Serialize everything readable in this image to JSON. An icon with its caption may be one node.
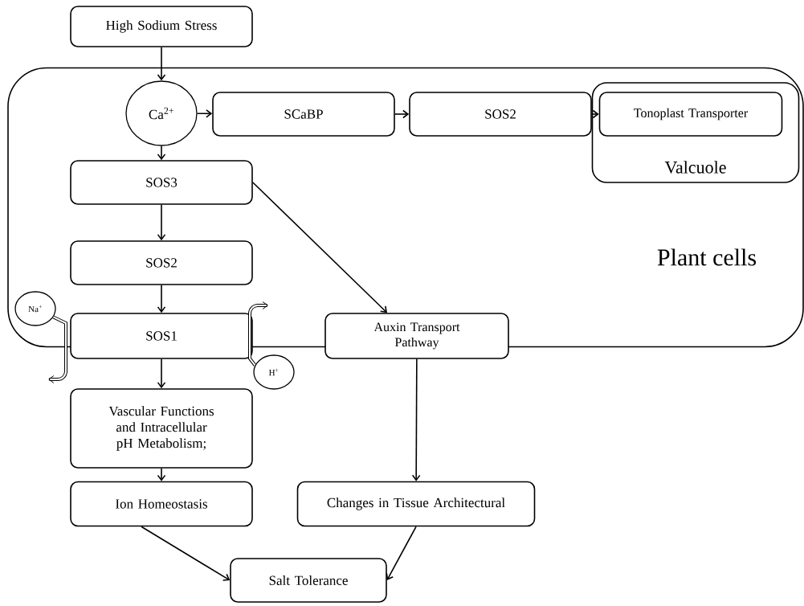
{
  "diagram": {
    "nodes": [
      {
        "text": [
          "High Sodium Stress"
        ]
      },
      {
        "text": [
          "Plant cells"
        ]
      },
      {
        "text": [
          "Ca$^{2+}$"
        ],
        "in": 1
      },
      {
        "text": [
          "SCaBP"
        ],
        "in": 1
      },
      {
        "text": [
          "SOS2"
        ],
        "in": 1
      },
      {
        "text": [
          "Valcuole"
        ],
        "in": 1
      },
      {
        "text": [
          "Tonoplast Transporter"
        ],
        "in": 5
      },
      {
        "text": [
          "SOS3"
        ],
        "in": 1
      },
      {
        "text": [
          "SOS2"
        ],
        "in": 1
      },
      {
        "text": [
          "Na$^{+}$"
        ],
        "in": 1
      },
      {
        "text": [
          "SOS1"
        ]
      },
      {
        "text": [
          "H$^{+}$"
        ]
      },
      {
        "text": [
          "Auxin Transport Pathway"
        ]
      },
      {
        "text": [
          "Vascular Functions and Intracellular pH Metabolism;"
        ]
      },
      {
        "text": [
          "Ion Homeostasis"
        ]
      },
      {
        "text": [
          "Changes in Tissue Architectural"
        ]
      },
      {
        "text": [
          "Salt Tolerance"
        ]
      }
    ],
    "edges": [
      {
        "from": 0,
        "to": 2,
        "arrow": "to"
      },
      {
        "from": 2,
        "to": 3,
        "arrow": "to"
      },
      {
        "from": 3,
        "to": 4,
        "arrow": "to"
      },
      {
        "from": 4,
        "to": 6,
        "arrow": "to"
      },
      {
        "from": 2,
        "to": 7,
        "arrow": "to"
      },
      {
        "from": 7,
        "to": 8,
        "arrow": "to"
      },
      {
        "from": 8,
        "to": 10,
        "arrow": "to"
      },
      {
        "from": 7,
        "to": 12,
        "arrow": "to"
      },
      {
        "from": 9,
        "to": null,
        "arrow": "to",
        "style": "thick"
      },
      {
        "from": 11,
        "to": null,
        "arrow": "to",
        "style": "thick"
      },
      {
        "from": 10,
        "to": 13,
        "arrow": "to"
      },
      {
        "from": 13,
        "to": 14,
        "arrow": "to"
      },
      {
        "from": 12,
        "to": 15,
        "arrow": "to"
      },
      {
        "from": 14,
        "to": 16,
        "arrow": "to"
      },
      {
        "from": 15,
        "to": 16,
        "arrow": "to"
      }
    ]
  }
}
